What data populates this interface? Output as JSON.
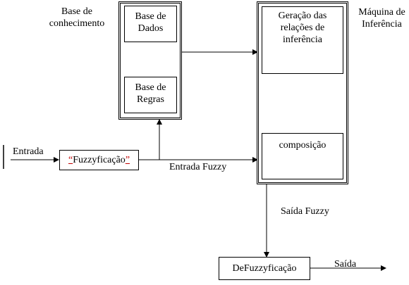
{
  "labels": {
    "knowledge_base": [
      "Base de",
      "conhecimento"
    ],
    "inference_machine": [
      "Máquina de",
      "Inferência"
    ],
    "data_base": [
      "Base de",
      "Dados"
    ],
    "rule_base": [
      "Base de",
      "Regras"
    ],
    "inference_generation": [
      "Geração das",
      "relações de",
      "inferência"
    ],
    "composition": "composição",
    "input": "Entrada",
    "fuzzification": {
      "open_quote": "“",
      "text": "Fuzzyficação",
      "close_quote": "”"
    },
    "fuzzy_input": "Entrada Fuzzy",
    "fuzzy_output": "Saída Fuzzy",
    "defuzzification": "DeFuzzyficação",
    "output": "Saída"
  }
}
